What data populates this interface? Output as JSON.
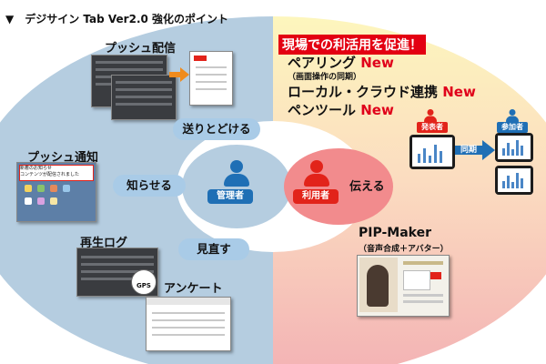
{
  "heading": "▼　デジサイン Tab Ver2.0 強化のポイント",
  "left": {
    "push_delivery": "プッシュ配信",
    "push_notification": "プッシュ通知",
    "playback_log": "再生ログ",
    "survey": "アンケート",
    "gps_label": "GPS",
    "notification_text": "新着のお知らせ",
    "notification_detail": "コンテンツが配信されました"
  },
  "roles": {
    "admin": "管理者",
    "user": "利用者"
  },
  "actions": {
    "send": "送りとどける",
    "notify": "知らせる",
    "review": "見直す",
    "convey": "伝える"
  },
  "right": {
    "title": "現場での利活用を促進！",
    "pairing": "ペアリング",
    "pairing_sub": "（画面操作の同期）",
    "local_cloud": "ローカル・クラウド連携",
    "pen_tool": "ペンツール",
    "new_badge": "New",
    "presenter": "発表者",
    "participant": "参加者",
    "sync": "同期",
    "pip_maker": "PIP-Maker",
    "pip_sub": "（音声合成＋アバター）"
  },
  "colors": {
    "left_bg": "#b5cde0",
    "right_bg_top": "#fdf5b8",
    "right_bg_bottom": "#f4b4b6",
    "admin_blue": "#1f6fb5",
    "user_red": "#e2231a",
    "pill_blue": "#a9cbe7",
    "convey_pink": "#f28b8d",
    "new_red": "#e0001a"
  }
}
